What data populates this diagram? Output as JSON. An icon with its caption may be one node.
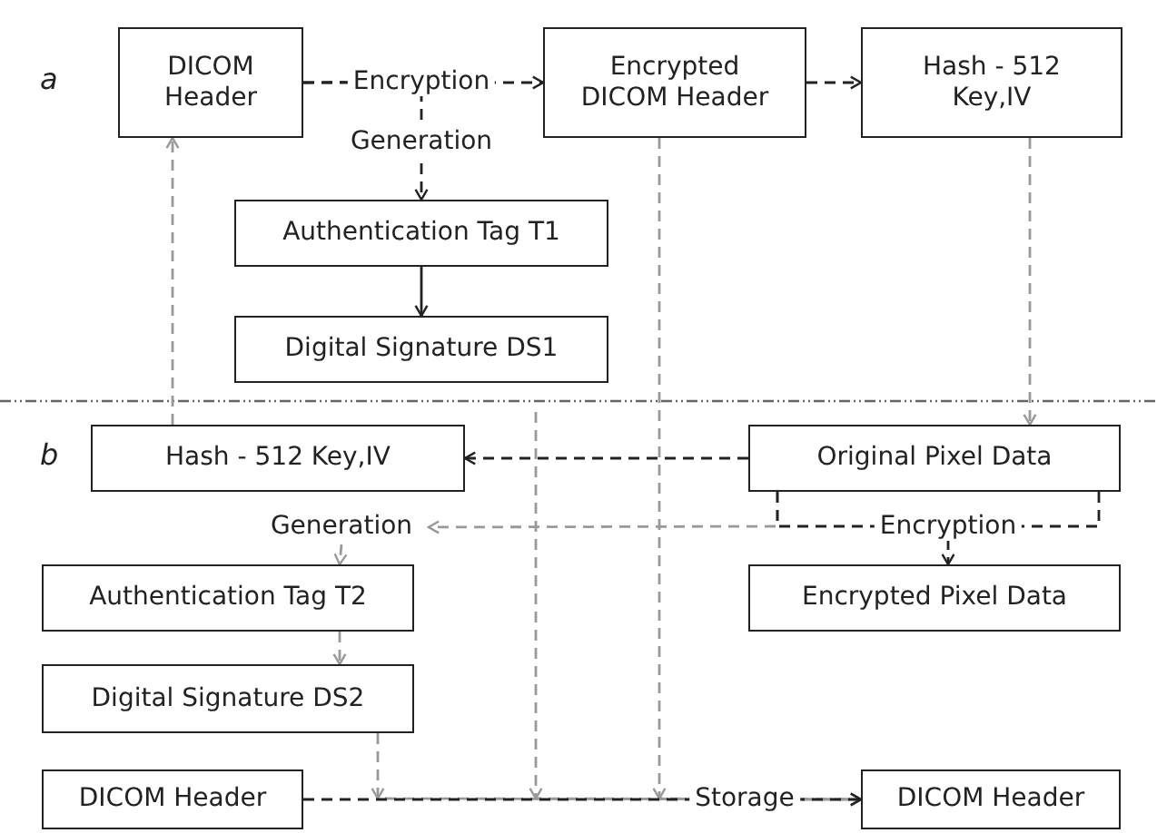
{
  "diagram": {
    "nodes": [
      {
        "text": [
          "DICOM Header"
        ]
      },
      {
        "text": [
          "Encrypted DICOM Header"
        ]
      },
      {
        "text": [
          "Hash - 512 Key,IV"
        ]
      },
      {
        "text": [
          "Authentication Tag T1"
        ]
      },
      {
        "text": [
          "Digital Signature DS1"
        ]
      },
      {
        "text": [
          "Hash - 512 Key,IV"
        ]
      },
      {
        "text": [
          "Original Pixel Data"
        ]
      },
      {
        "text": [
          "Generation"
        ]
      },
      {
        "text": [
          "Authentication Tag T2"
        ]
      },
      {
        "text": [
          "Encrypted Pixel Data"
        ]
      },
      {
        "text": [
          "Digital Signature DS2"
        ]
      },
      {
        "text": [
          "DICOM Header"
        ]
      },
      {
        "text": [
          "DICOM Header"
        ]
      }
    ],
    "edges": [
      {
        "from": 0,
        "to": 1,
        "arrow": "to",
        "label": "Encryption",
        "style": "dashed",
        "color": "#222222"
      },
      {
        "from": 0,
        "to": 3,
        "arrow": "to",
        "label": "Generation",
        "style": "dashed",
        "color": "#222222"
      },
      {
        "from": 1,
        "to": 2,
        "arrow": "to",
        "style": "dashed",
        "color": "#222222"
      },
      {
        "from": 3,
        "to": 4,
        "arrow": "to",
        "color": "#222222"
      },
      {
        "from": 2,
        "to": 6,
        "arrow": "to",
        "style": "dashed"
      },
      {
        "from": 5,
        "to": 0,
        "arrow": "to",
        "style": "dashed"
      },
      {
        "from": 6,
        "to": 5,
        "arrow": "to",
        "style": "dashed",
        "color": "#222222"
      },
      {
        "from": 6,
        "to": 7,
        "arrow": "to",
        "style": "dashed"
      },
      {
        "from": 6,
        "to": 9,
        "arrow": "to",
        "label": "Encryption",
        "style": "dashed",
        "color": "#222222"
      },
      {
        "from": 7,
        "to": 8,
        "arrow": "to",
        "style": "dashed"
      },
      {
        "from": 8,
        "to": 10,
        "arrow": "to",
        "style": "dashed"
      },
      {
        "from": 10,
        "to": 12,
        "arrow": "to",
        "style": "dashed"
      },
      {
        "from": 1,
        "to": 12,
        "arrow": "to",
        "style": "dashed"
      },
      {
        "from": null,
        "to": 12,
        "arrow": "to",
        "style": "dashed"
      },
      {
        "from": 11,
        "to": 12,
        "arrow": "to",
        "label": "Storage",
        "style": "dashed",
        "color": "#222222"
      }
    ],
    "labels": [
      "a",
      "b"
    ]
  }
}
